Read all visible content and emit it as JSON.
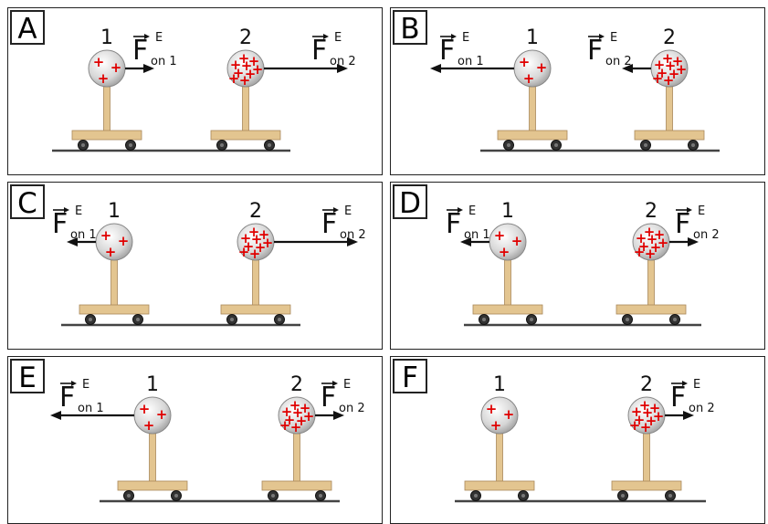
{
  "text": {
    "force_symbol": "F",
    "force_superscript": "E",
    "on1": "on 1",
    "on2": "on 2",
    "ball1": "1",
    "ball2": "2"
  },
  "colors": {
    "charge": "#e00000",
    "arrow": "#111111",
    "wood": "#e3c590",
    "ball": "#d6d6d6"
  },
  "panels": [
    {
      "label": "A",
      "force1": {
        "direction": "right",
        "magnitude": "small"
      },
      "force2": {
        "direction": "right",
        "magnitude": "large"
      }
    },
    {
      "label": "B",
      "force1": {
        "direction": "left",
        "magnitude": "large"
      },
      "force2": {
        "direction": "left",
        "magnitude": "small"
      }
    },
    {
      "label": "C",
      "force1": {
        "direction": "left",
        "magnitude": "small"
      },
      "force2": {
        "direction": "right",
        "magnitude": "large"
      }
    },
    {
      "label": "D",
      "force1": {
        "direction": "left",
        "magnitude": "small"
      },
      "force2": {
        "direction": "right",
        "magnitude": "small"
      }
    },
    {
      "label": "E",
      "force1": {
        "direction": "left",
        "magnitude": "large"
      },
      "force2": {
        "direction": "right",
        "magnitude": "small"
      }
    },
    {
      "label": "F",
      "force1": null,
      "force2": {
        "direction": "right",
        "magnitude": "small"
      }
    }
  ],
  "charges": {
    "ball1": 3,
    "ball2": 9
  }
}
